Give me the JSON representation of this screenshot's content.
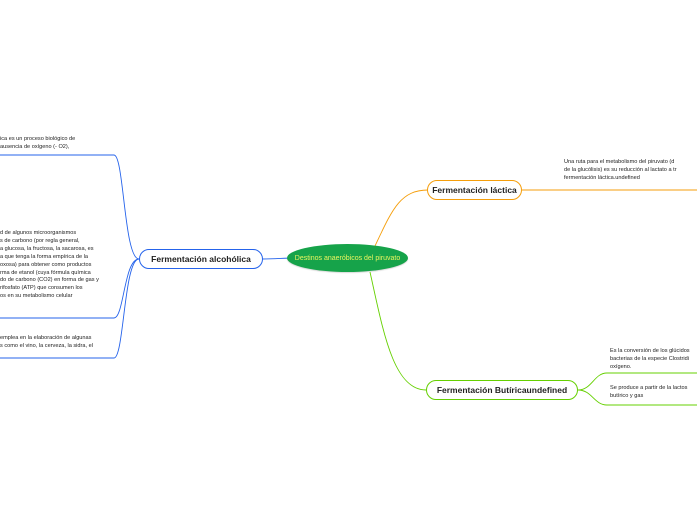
{
  "central_topic": {
    "label": "Destinos anaeróbicos del piruvato",
    "color": "#16a34a",
    "text_color": "#e9f560"
  },
  "branches": {
    "alcoholic": {
      "label": "Fermentación alcohólica",
      "color": "#2563eb",
      "notes": [
        "ica es un proceso biológico de\nausencia de oxígeno (- O2),",
        "d de algunos microorganismos\ns de carbono (por regla general,\na glucosa, la fructosa, la sacarosa, es\na que tenga la forma empírica de la\noxosa) para obtener como productos\nrma de etanol (cuya fórmula química\ndo de carbono (CO2) en forma de gas y\nrifosfato (ATP) que consumen los\nos en su metabolismo celular",
        "emplea en la elaboración de algunas\ns como el vino, la cerveza, la sidra, el"
      ]
    },
    "lactic": {
      "label": "Fermentación láctica",
      "color": "#f59e0b",
      "notes": [
        "Una ruta para el metabolismo del piruvato (d\nde la glucólisis) es su reducción al lactato a tr\nfermentación láctica.undefined"
      ]
    },
    "butyric": {
      "label": "Fermentación Butíricaundefined",
      "color": "#65d000",
      "notes": [
        "Es la conversión de los glúcidos\nbacterias de la especie Clostridi\noxígeno.",
        "Se produce a partir de la lactos\nbutírico y gas"
      ]
    }
  }
}
